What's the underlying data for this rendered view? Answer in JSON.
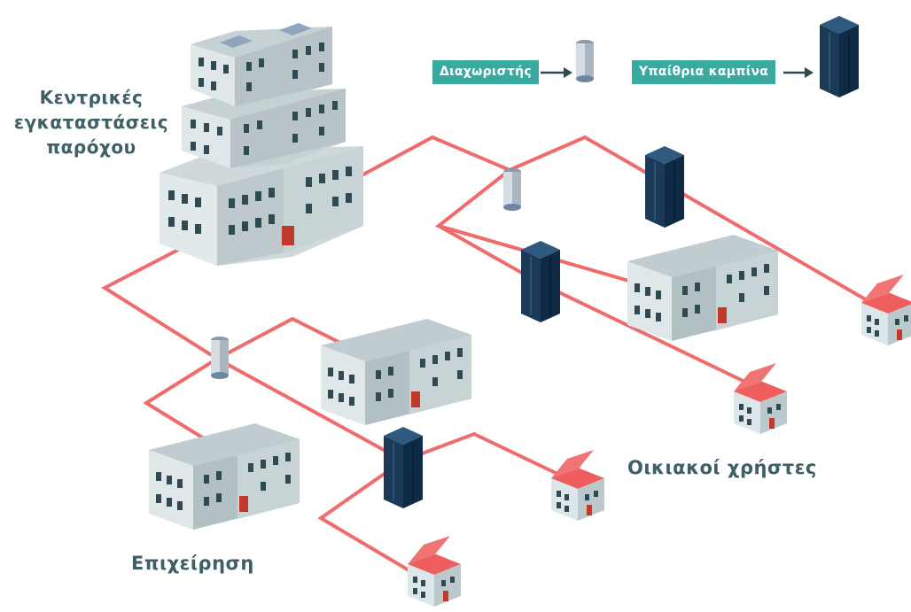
{
  "legend": {
    "splitter_label": "Διαχωριστής",
    "cabinet_label": "Υπαίθρια καμπίνα"
  },
  "labels": {
    "provider": [
      "Κεντρικές",
      "εγκαταστάσεις",
      "παρόχου"
    ],
    "business": "Επιχείρηση",
    "homes": "Οικιακοί χρήστες"
  },
  "colors": {
    "fiber_line": "#f06b6b",
    "tag_background": "#3aa99f",
    "label_text": "#3f5f66",
    "cabinet": "#1b3d5c",
    "building_wall": "#cdd9dc",
    "roof_red": "#ef5e5e"
  },
  "icons": {
    "splitter": "splitter-icon",
    "cabinet": "outdoor-cabinet-icon",
    "office": "office-building-icon",
    "house": "house-icon",
    "arrow": "arrow-right-icon"
  }
}
